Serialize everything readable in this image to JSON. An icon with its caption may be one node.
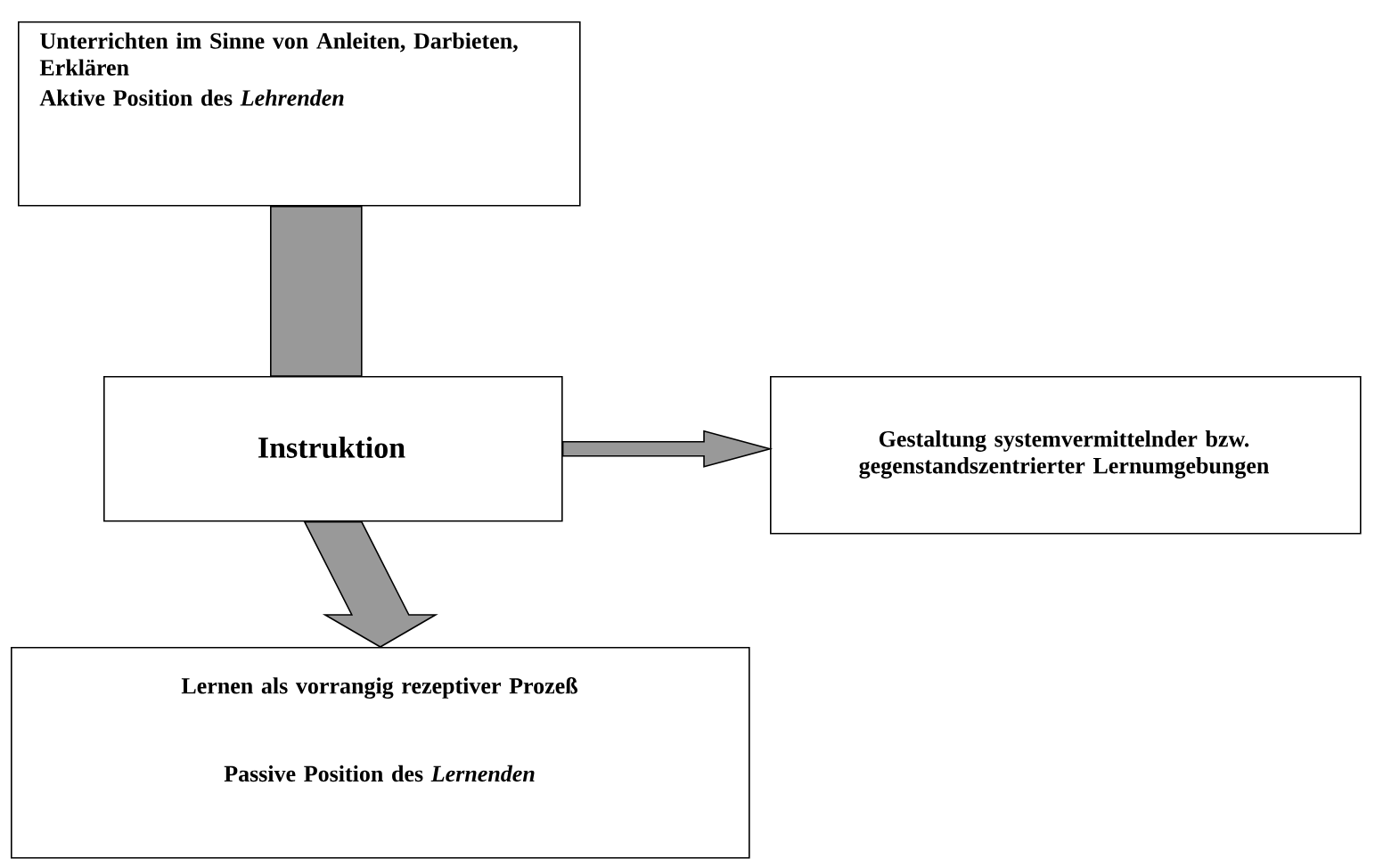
{
  "diagram": {
    "nodes": [
      {
        "text": [
          "Unterrichten im Sinne von Anleiten, Darbieten, Erklären",
          "Aktive Position des *Lehrenden*"
        ]
      },
      {
        "text": [
          "Instruktion"
        ]
      },
      {
        "text": [
          "Gestaltung systemvermittelnder bzw. gegenstandszentrierter Lernumgebungen"
        ]
      },
      {
        "text": [
          "Lernen als vorrangig rezeptiver Prozeß",
          "Passive Position des *Lernenden*"
        ]
      }
    ],
    "edges": [
      {
        "from": 0,
        "to": 1,
        "arrow": "none"
      },
      {
        "from": 1,
        "to": 2,
        "arrow": "to"
      },
      {
        "from": 1,
        "to": 3,
        "arrow": "to"
      }
    ]
  }
}
